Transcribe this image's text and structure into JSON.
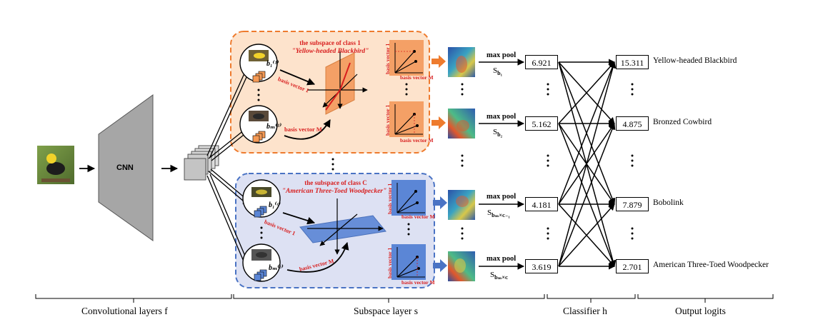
{
  "cnn_label": "CNN",
  "subspace_c1": {
    "title": "the subspace of class 1",
    "class_name": "\"Yellow-headed Blackbird\"",
    "basis_vector_1": "basis vector 1",
    "basis_vector_m": "basis vector M"
  },
  "subspace_cc": {
    "title": "the subspace of class C",
    "class_name": "\"American Three-Toed Woodpecker\"",
    "basis_vector_1": "basis vector 1",
    "basis_vector_m": "basis vector M"
  },
  "max_pool_label": "max pool",
  "s_labels": [
    {
      "base": "S",
      "sub": "b₁"
    },
    {
      "base": "S",
      "sub": "b₂"
    },
    {
      "base": "S",
      "sub": "bₘ×ᴄ₋₁"
    },
    {
      "base": "S",
      "sub": "bₘ×ᴄ"
    }
  ],
  "classifier_values": [
    "6.921",
    "5.162",
    "4.181",
    "3.619"
  ],
  "outputs": [
    {
      "value": "15.311",
      "label": "Yellow-headed Blackbird"
    },
    {
      "value": "4.875",
      "label": "Bronzed Cowbird"
    },
    {
      "value": "7.879",
      "label": "Bobolink"
    },
    {
      "value": "2.701",
      "label": "American Three-Toed Woodpecker"
    }
  ],
  "section_labels": {
    "conv": "Convolutional layers f",
    "subspace": "Subspace layer s",
    "classifier": "Classifier h",
    "output": "Output logits"
  },
  "basis_labels": {
    "b1_1": "b₁⁽¹⁾",
    "bm_1": "bₘ⁽¹⁾",
    "b1_c": "b₁⁽ᶜ⁾",
    "bm_c": "bₘ⁽ᶜ⁾"
  },
  "colors": {
    "orange_fill": "#fde3cc",
    "orange_border": "#ee7b2e",
    "blue_fill": "#dde1f3",
    "blue_border": "#4a73c4",
    "red_text": "#d81e1e"
  }
}
